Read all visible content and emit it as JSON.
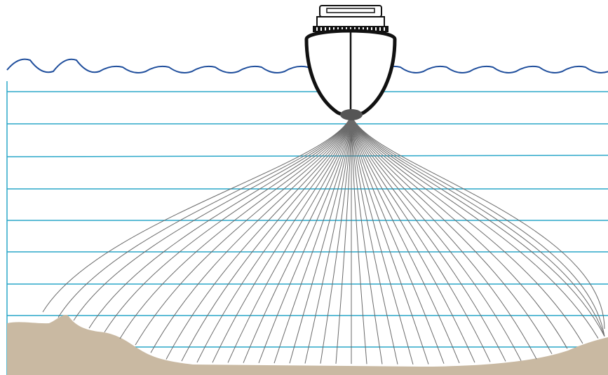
{
  "diagram": {
    "kind": "multibeam-sonar-swath",
    "beam_count": 41,
    "layer_count": 9,
    "colors": {
      "background": "#ffffff",
      "water_surface": "#1f4e9c",
      "layer_lines": "#2aa7c9",
      "beams": "#6a6a6a",
      "seabed": "#c9b9a2",
      "hull": "#111111"
    },
    "icons": [
      "ship-icon",
      "transducer-icon"
    ]
  }
}
